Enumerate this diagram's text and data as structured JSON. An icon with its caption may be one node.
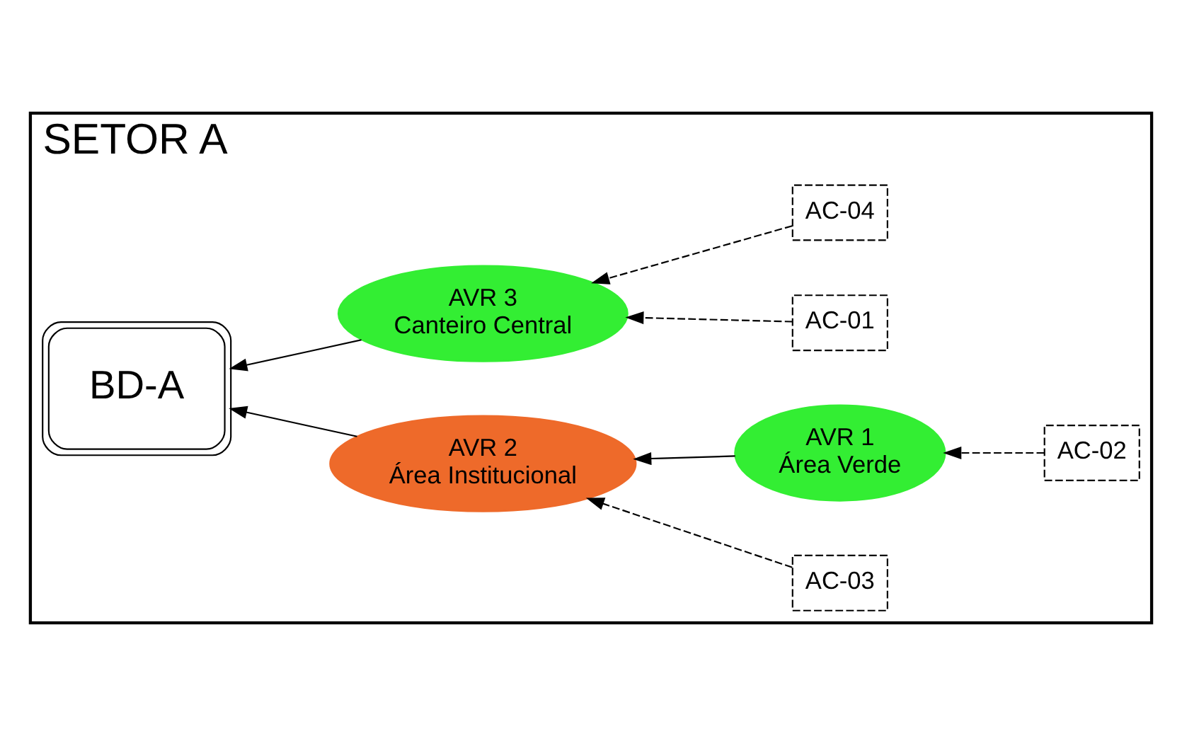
{
  "diagram": {
    "nodes": [
      {
        "text": [
          "SETOR A"
        ]
      },
      {
        "text": [
          "AC-04"
        ],
        "in": 0
      },
      {
        "text": [
          "AC-01"
        ],
        "in": 0
      },
      {
        "text": [
          "AVR 3",
          "Canteiro Central"
        ],
        "in": 0
      },
      {
        "text": [
          "AC-02"
        ],
        "in": 0
      },
      {
        "text": [
          "BD-A"
        ],
        "in": 0
      },
      {
        "text": [
          "AVR 2",
          "Área Institucional"
        ],
        "in": 0
      },
      {
        "text": [
          "AVR 1",
          "Área Verde"
        ],
        "in": 0
      },
      {
        "text": [
          "AC-03"
        ],
        "in": 0
      }
    ],
    "edges": [
      {
        "from": 1,
        "to": 3,
        "arrow": "to",
        "style": "dashed"
      },
      {
        "from": 2,
        "to": 3,
        "arrow": "to",
        "style": "dashed"
      },
      {
        "from": 3,
        "to": 5,
        "arrow": "to"
      },
      {
        "from": 4,
        "to": 7,
        "arrow": "to",
        "style": "dashed"
      },
      {
        "from": 7,
        "to": 6,
        "arrow": "to"
      },
      {
        "from": 6,
        "to": 5,
        "arrow": "to"
      },
      {
        "from": 8,
        "to": 6,
        "arrow": "to",
        "style": "dashed"
      }
    ]
  }
}
